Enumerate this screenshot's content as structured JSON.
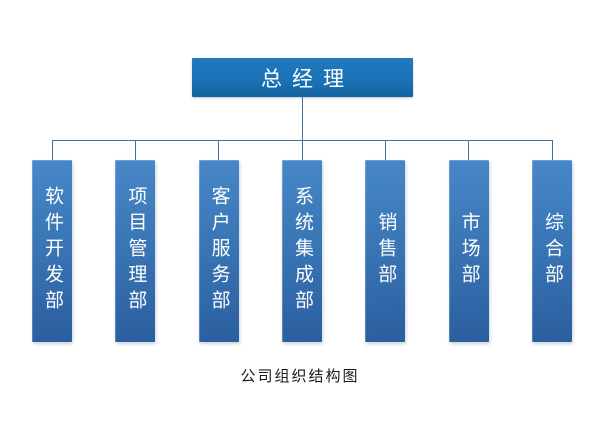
{
  "chart": {
    "caption": "公司组织结构图",
    "root": {
      "label": "总经理"
    },
    "departments": [
      {
        "label": "软件开发部"
      },
      {
        "label": "项目管理部"
      },
      {
        "label": "客户服务部"
      },
      {
        "label": "系统集成部"
      },
      {
        "label": "销售部"
      },
      {
        "label": "市场部"
      },
      {
        "label": "综合部"
      }
    ],
    "colors": {
      "root_box_blue": "#1b73b6",
      "dept_box_gradient_top": "#4787c8",
      "dept_box_gradient_bottom": "#2a5e9f",
      "connector_line": "#4a7096",
      "box_text": "#ffffff",
      "caption_text": "#1b1b1b",
      "background": "#ffffff"
    }
  }
}
